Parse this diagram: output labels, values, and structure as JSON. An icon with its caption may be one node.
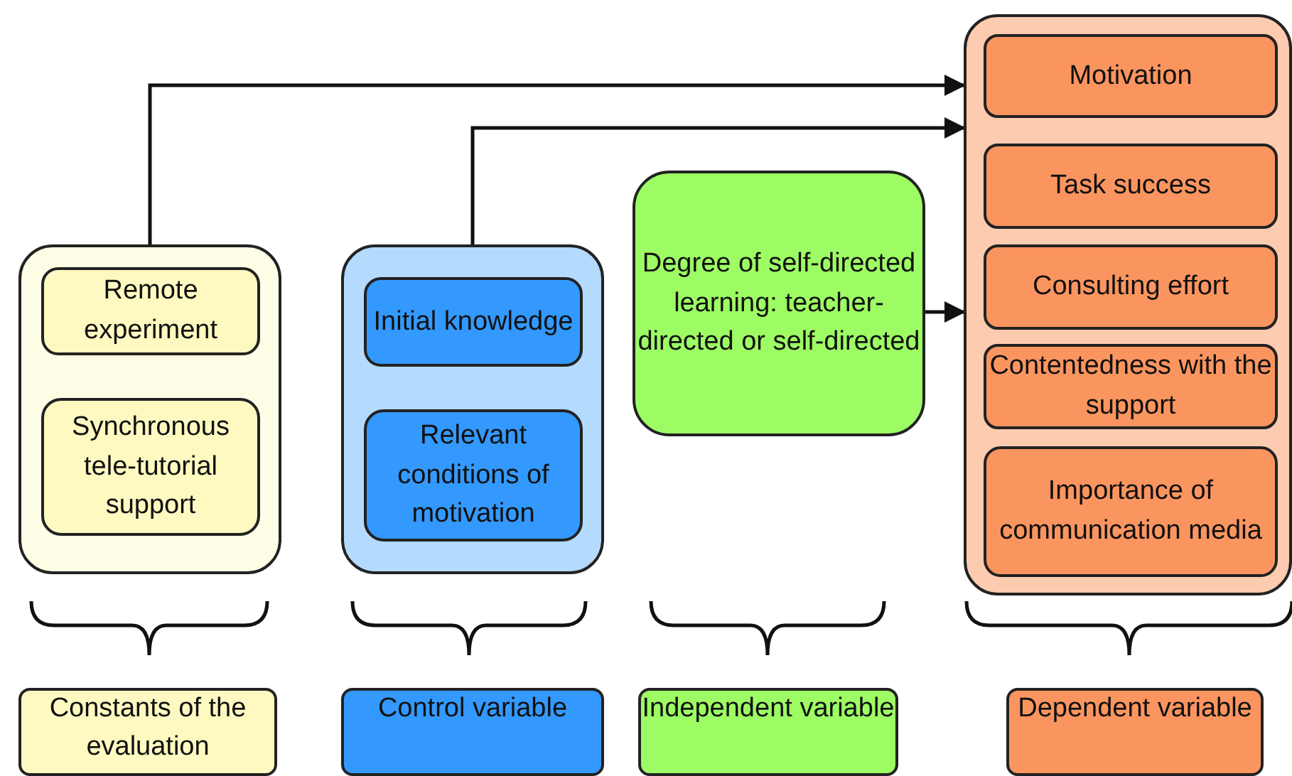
{
  "diagram": {
    "nodes": [
      {
        "text": [],
        "shape": "box"
      },
      {
        "text": [
          "Remote experiment"
        ],
        "in": 0
      },
      {
        "text": [
          "Synchronous tele-tutorial support"
        ],
        "in": 0
      },
      {
        "text": [],
        "shape": "box"
      },
      {
        "text": [
          "Initial knowledge"
        ],
        "in": 3
      },
      {
        "text": [
          "Relevant conditions of motivation"
        ],
        "in": 3
      },
      {
        "text": [
          "Degree of self-directed learning: teacher-directed or self-directed"
        ]
      },
      {
        "text": [],
        "shape": "box"
      },
      {
        "text": [
          "Motivation"
        ],
        "in": 7
      },
      {
        "text": [
          "Task success"
        ],
        "in": 7
      },
      {
        "text": [
          "Consulting effort"
        ],
        "in": 7
      },
      {
        "text": [
          "Contentedness with the support"
        ],
        "in": 7
      },
      {
        "text": [
          "Importance of communication media"
        ],
        "in": 7
      },
      {
        "text": [
          "Constants of the evaluation"
        ]
      },
      {
        "text": [
          "Control variable"
        ]
      },
      {
        "text": [
          "Independent variable"
        ]
      },
      {
        "text": [
          "Dependent variable"
        ]
      }
    ],
    "edges": [
      {
        "from": 0,
        "to": 7,
        "arrow": "to"
      },
      {
        "from": 3,
        "to": 7,
        "arrow": "to"
      },
      {
        "from": 6,
        "to": 7,
        "arrow": "to"
      }
    ]
  }
}
